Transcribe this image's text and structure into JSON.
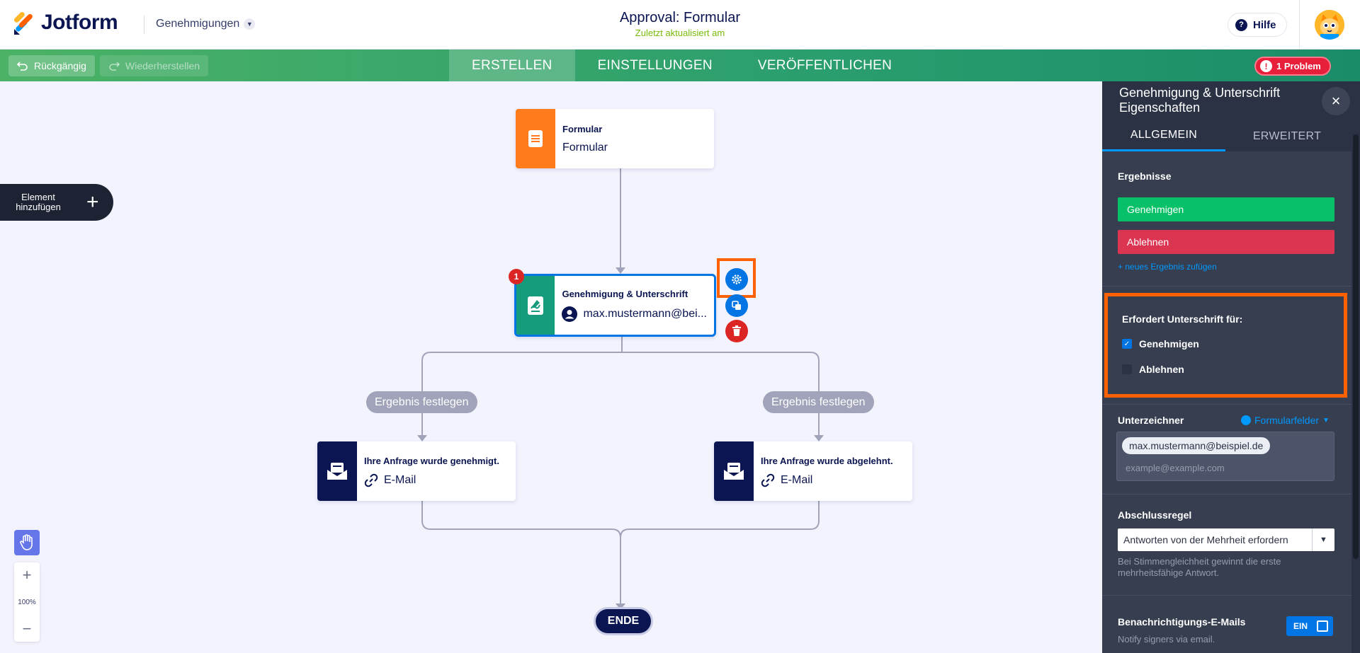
{
  "app": {
    "logo_text": "Jotform",
    "folder": "Genehmigungen",
    "title": "Approval: Formular",
    "subtitle": "Zuletzt aktualisiert am",
    "help_label": "Hilfe"
  },
  "toolbar": {
    "undo_label": "Rückgängig",
    "redo_label": "Wiederherstellen",
    "tabs": [
      {
        "label": "ERSTELLEN",
        "active": true
      },
      {
        "label": "EINSTELLUNGEN",
        "active": false
      },
      {
        "label": "VERÖFFENTLICHEN",
        "active": false
      }
    ],
    "problem_label": "1 Problem"
  },
  "canvas": {
    "add_element_label": "Element hinzufügen",
    "form_node": {
      "title": "Formular",
      "subtitle": "Formular"
    },
    "approval_node": {
      "title": "Genehmigung & Unterschrift",
      "assignee": "max.mustermann@bei...",
      "badge": "1"
    },
    "result_pills": [
      "Ergebnis festlegen",
      "Ergebnis festlegen"
    ],
    "mail_nodes": [
      {
        "title": "Ihre Anfrage wurde genehmigt.",
        "subtitle": "E-Mail"
      },
      {
        "title": "Ihre Anfrage wurde abgelehnt.",
        "subtitle": "E-Mail"
      }
    ],
    "end_label": "ENDE",
    "zoom_level": "100%"
  },
  "panel": {
    "title": "Genehmigung & Unterschrift Eigenschaften",
    "tabs": [
      {
        "label": "ALLGEMEIN",
        "active": true
      },
      {
        "label": "ERWEITERT",
        "active": false
      }
    ],
    "results_label": "Ergebnisse",
    "results": [
      {
        "label": "Genehmigen",
        "color": "#07c168"
      },
      {
        "label": "Ablehnen",
        "color": "#dc3552"
      }
    ],
    "add_result_label": "+ neues Ergebnis zufügen",
    "signature_required_label": "Erfordert Unterschrift für:",
    "signature_options": [
      {
        "label": "Genehmigen",
        "checked": true
      },
      {
        "label": "Ablehnen",
        "checked": false
      }
    ],
    "signer_label": "Unterzeichner",
    "form_fields_label": "Formularfelder",
    "signer_chip": "max.mustermann@beispiel.de",
    "signer_placeholder": "example@example.com",
    "completion_rule_label": "Abschlussregel",
    "completion_rule_value": "Antworten von der Mehrheit erfordern",
    "completion_rule_help": "Bei Stimmengleichheit gewinnt die erste mehrheitsfähige Antwort.",
    "notifications_label": "Benachrichtigungs-E-Mails",
    "notifications_help": "Notify signers via email.",
    "notifications_toggle": "EIN"
  },
  "colors": {
    "brand_navy": "#0a1551",
    "toolbar_green": "#2b9e6e",
    "accent_blue": "#0075e3",
    "highlight_orange": "#ff6100",
    "form_orange": "#ff7b1c",
    "approval_teal": "#179b7d",
    "danger_red": "#dc2626"
  },
  "icons": [
    "jotform-logo-icon",
    "chevron-down-icon",
    "question-icon",
    "avatar-icon",
    "undo-icon",
    "redo-icon",
    "exclamation-icon",
    "plus-icon",
    "form-document-icon",
    "approval-signature-icon",
    "user-icon",
    "gear-icon",
    "copy-icon",
    "trash-icon",
    "envelope-icon",
    "link-icon",
    "hand-icon",
    "zoom-in-icon",
    "zoom-out-icon",
    "close-icon",
    "check-icon",
    "form-fields-icon",
    "dropdown-arrow-icon"
  ]
}
